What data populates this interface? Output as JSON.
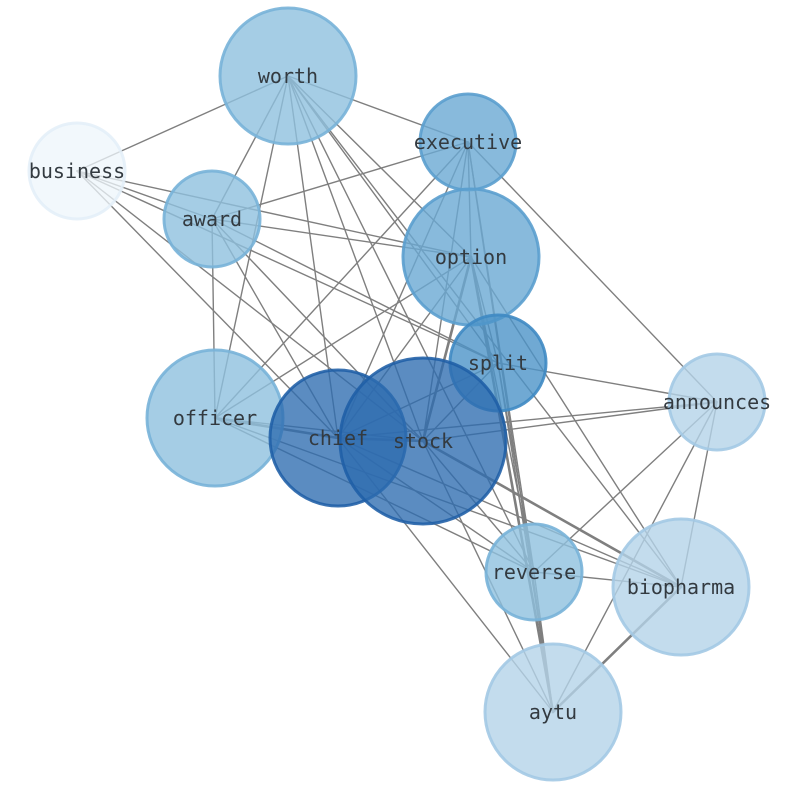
{
  "nodes": [
    {
      "id": "business",
      "label": "business",
      "fill": "#eef5fb",
      "stroke": "#e3eef8",
      "opacity": 0.75
    },
    {
      "id": "worth",
      "label": "worth",
      "fill": "#8fc0de",
      "stroke": "#78b3d8",
      "opacity": 0.8
    },
    {
      "id": "executive",
      "label": "executive",
      "fill": "#6aa9d3",
      "stroke": "#5b9ece",
      "opacity": 0.8
    },
    {
      "id": "award",
      "label": "award",
      "fill": "#8fc0de",
      "stroke": "#78b3d8",
      "opacity": 0.8
    },
    {
      "id": "option",
      "label": "option",
      "fill": "#6aa9d3",
      "stroke": "#5b9ece",
      "opacity": 0.8
    },
    {
      "id": "split",
      "label": "split",
      "fill": "#4c93c8",
      "stroke": "#3f89c3",
      "opacity": 0.8
    },
    {
      "id": "officer",
      "label": "officer",
      "fill": "#8fc0de",
      "stroke": "#78b3d8",
      "opacity": 0.8
    },
    {
      "id": "chief",
      "label": "chief",
      "fill": "#2d6bb0",
      "stroke": "#1f5fa6",
      "opacity": 0.78
    },
    {
      "id": "stock",
      "label": "stock",
      "fill": "#2d6bb0",
      "stroke": "#1f5fa6",
      "opacity": 0.78
    },
    {
      "id": "announces",
      "label": "announces",
      "fill": "#b4d3e9",
      "stroke": "#a3c9e4",
      "opacity": 0.8
    },
    {
      "id": "reverse",
      "label": "reverse",
      "fill": "#8fc0de",
      "stroke": "#78b3d8",
      "opacity": 0.8
    },
    {
      "id": "biopharma",
      "label": "biopharma",
      "fill": "#b4d3e9",
      "stroke": "#a3c9e4",
      "opacity": 0.8
    },
    {
      "id": "aytu",
      "label": "aytu",
      "fill": "#b4d3e9",
      "stroke": "#a3c9e4",
      "opacity": 0.8
    }
  ],
  "edges": [
    {
      "source": "worth",
      "target": "business",
      "weight": 1
    },
    {
      "source": "worth",
      "target": "executive",
      "weight": 1
    },
    {
      "source": "worth",
      "target": "award",
      "weight": 1
    },
    {
      "source": "worth",
      "target": "officer",
      "weight": 1
    },
    {
      "source": "worth",
      "target": "chief",
      "weight": 1
    },
    {
      "source": "worth",
      "target": "stock",
      "weight": 1
    },
    {
      "source": "worth",
      "target": "option",
      "weight": 1
    },
    {
      "source": "worth",
      "target": "split",
      "weight": 1
    },
    {
      "source": "worth",
      "target": "reverse",
      "weight": 1
    },
    {
      "source": "worth",
      "target": "biopharma",
      "weight": 1
    },
    {
      "source": "business",
      "target": "award",
      "weight": 1
    },
    {
      "source": "business",
      "target": "option",
      "weight": 1
    },
    {
      "source": "business",
      "target": "split",
      "weight": 1
    },
    {
      "source": "business",
      "target": "chief",
      "weight": 1
    },
    {
      "source": "business",
      "target": "stock",
      "weight": 1
    },
    {
      "source": "executive",
      "target": "award",
      "weight": 1
    },
    {
      "source": "executive",
      "target": "officer",
      "weight": 1
    },
    {
      "source": "executive",
      "target": "chief",
      "weight": 1
    },
    {
      "source": "executive",
      "target": "stock",
      "weight": 1
    },
    {
      "source": "executive",
      "target": "option",
      "weight": 1
    },
    {
      "source": "executive",
      "target": "reverse",
      "weight": 1
    },
    {
      "source": "executive",
      "target": "aytu",
      "weight": 1
    },
    {
      "source": "executive",
      "target": "announces",
      "weight": 1
    },
    {
      "source": "award",
      "target": "option",
      "weight": 1
    },
    {
      "source": "award",
      "target": "officer",
      "weight": 1
    },
    {
      "source": "award",
      "target": "chief",
      "weight": 1
    },
    {
      "source": "award",
      "target": "stock",
      "weight": 1
    },
    {
      "source": "award",
      "target": "split",
      "weight": 1
    },
    {
      "source": "option",
      "target": "officer",
      "weight": 1
    },
    {
      "source": "option",
      "target": "chief",
      "weight": 1
    },
    {
      "source": "option",
      "target": "stock",
      "weight": 2
    },
    {
      "source": "option",
      "target": "split",
      "weight": 1
    },
    {
      "source": "option",
      "target": "aytu",
      "weight": 2
    },
    {
      "source": "option",
      "target": "reverse",
      "weight": 1
    },
    {
      "source": "option",
      "target": "biopharma",
      "weight": 1
    },
    {
      "source": "split",
      "target": "stock",
      "weight": 1
    },
    {
      "source": "split",
      "target": "chief",
      "weight": 1
    },
    {
      "source": "split",
      "target": "announces",
      "weight": 1
    },
    {
      "source": "split",
      "target": "reverse",
      "weight": 1
    },
    {
      "source": "split",
      "target": "aytu",
      "weight": 1
    },
    {
      "source": "officer",
      "target": "chief",
      "weight": 2
    },
    {
      "source": "officer",
      "target": "stock",
      "weight": 1
    },
    {
      "source": "officer",
      "target": "reverse",
      "weight": 1
    },
    {
      "source": "officer",
      "target": "biopharma",
      "weight": 1
    },
    {
      "source": "chief",
      "target": "stock",
      "weight": 2
    },
    {
      "source": "chief",
      "target": "reverse",
      "weight": 1
    },
    {
      "source": "chief",
      "target": "biopharma",
      "weight": 1
    },
    {
      "source": "chief",
      "target": "aytu",
      "weight": 1
    },
    {
      "source": "chief",
      "target": "announces",
      "weight": 1
    },
    {
      "source": "stock",
      "target": "announces",
      "weight": 1
    },
    {
      "source": "stock",
      "target": "reverse",
      "weight": 1
    },
    {
      "source": "stock",
      "target": "biopharma",
      "weight": 2
    },
    {
      "source": "stock",
      "target": "aytu",
      "weight": 1
    },
    {
      "source": "announces",
      "target": "reverse",
      "weight": 1
    },
    {
      "source": "announces",
      "target": "biopharma",
      "weight": 1
    },
    {
      "source": "announces",
      "target": "aytu",
      "weight": 1
    },
    {
      "source": "reverse",
      "target": "biopharma",
      "weight": 1
    },
    {
      "source": "reverse",
      "target": "aytu",
      "weight": 1
    },
    {
      "source": "biopharma",
      "target": "aytu",
      "weight": 2
    }
  ],
  "colors": {
    "edge": "#7f7f7f",
    "label": "#333a40",
    "background": "#ffffff"
  }
}
